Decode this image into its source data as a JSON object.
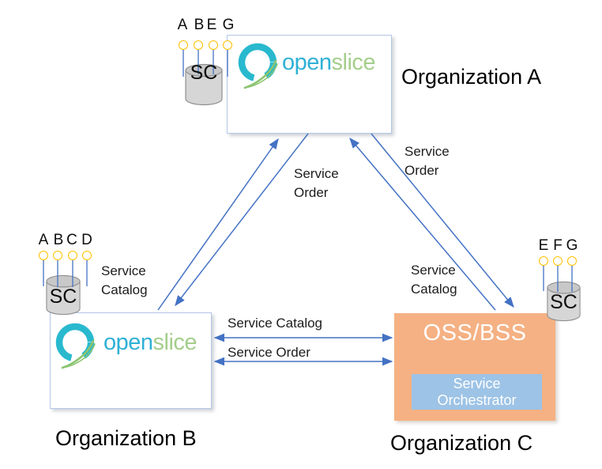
{
  "logo": {
    "open": "open",
    "slice": "slice"
  },
  "org_a": {
    "label": "Organization A",
    "sc_label": "SC",
    "interfaces": [
      "A",
      "B",
      "E",
      "G"
    ]
  },
  "org_b": {
    "label": "Organization B",
    "sc_label": "SC",
    "interfaces": [
      "A",
      "B",
      "C",
      "D"
    ],
    "catalog_note": {
      "line1": "Service",
      "line2": "Catalog"
    }
  },
  "org_c": {
    "label": "Organization C",
    "system_label": "OSS/BSS",
    "orchestrator": {
      "line1": "Service",
      "line2": "Orchestrator"
    },
    "sc_label": "SC",
    "interfaces": [
      "E",
      "F",
      "G"
    ]
  },
  "edges": {
    "b_to_a_order": {
      "line1": "Service",
      "line2": "Order"
    },
    "c_to_a_order": {
      "line1": "Service",
      "line2": "Order"
    },
    "c_to_a_catalog": {
      "line1": "Service",
      "line2": "Catalog"
    },
    "b_c_catalog": {
      "label": "Service Catalog"
    },
    "b_c_order": {
      "label": "Service Order"
    }
  },
  "colors": {
    "arrow_blue": "#4472C4",
    "box_border": "#B3C6E7",
    "oss_orange": "#F5B183",
    "orchestrator_blue": "#9DC3E6",
    "interface_yellow": "#FFC000",
    "logo_teal": "#29B9CE",
    "logo_open_blue": "#2FB0D6",
    "logo_slice_green": "#A5CE8B",
    "leaf_green": "#8CC470",
    "cylinder_gray": "#D6D6D6"
  }
}
